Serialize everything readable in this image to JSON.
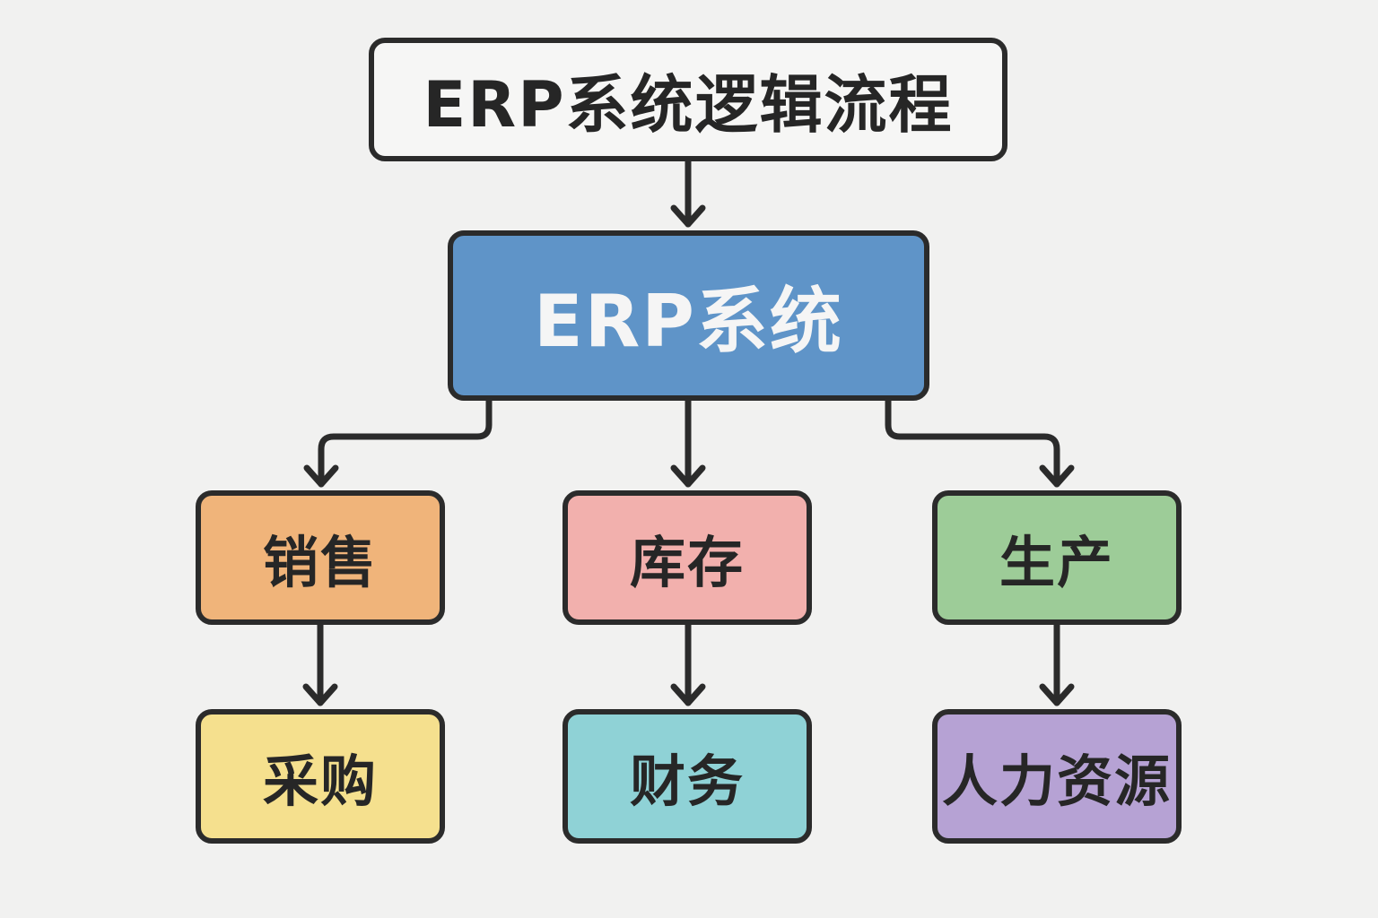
{
  "title": "ERP系统逻辑流程",
  "root": {
    "label": "ERP系统",
    "color": "#5f94c8"
  },
  "modules": [
    {
      "id": "sales",
      "label": "销售",
      "color": "#f0b47a",
      "child": {
        "id": "purchase",
        "label": "采购",
        "color": "#f5e08e"
      }
    },
    {
      "id": "inventory",
      "label": "库存",
      "color": "#f2b0ad",
      "child": {
        "id": "finance",
        "label": "财务",
        "color": "#8fd2d6"
      }
    },
    {
      "id": "production",
      "label": "生产",
      "color": "#9dcc98",
      "child": {
        "id": "hr",
        "label": "人力资源",
        "color": "#b6a2d4"
      }
    }
  ],
  "edges": [
    {
      "from": "title",
      "to": "erp"
    },
    {
      "from": "erp",
      "to": "sales"
    },
    {
      "from": "erp",
      "to": "inventory"
    },
    {
      "from": "erp",
      "to": "production"
    },
    {
      "from": "sales",
      "to": "purchase"
    },
    {
      "from": "inventory",
      "to": "finance"
    },
    {
      "from": "production",
      "to": "hr"
    }
  ],
  "colors": {
    "line": "#2b2b2b",
    "background": "#f1f1f0"
  }
}
